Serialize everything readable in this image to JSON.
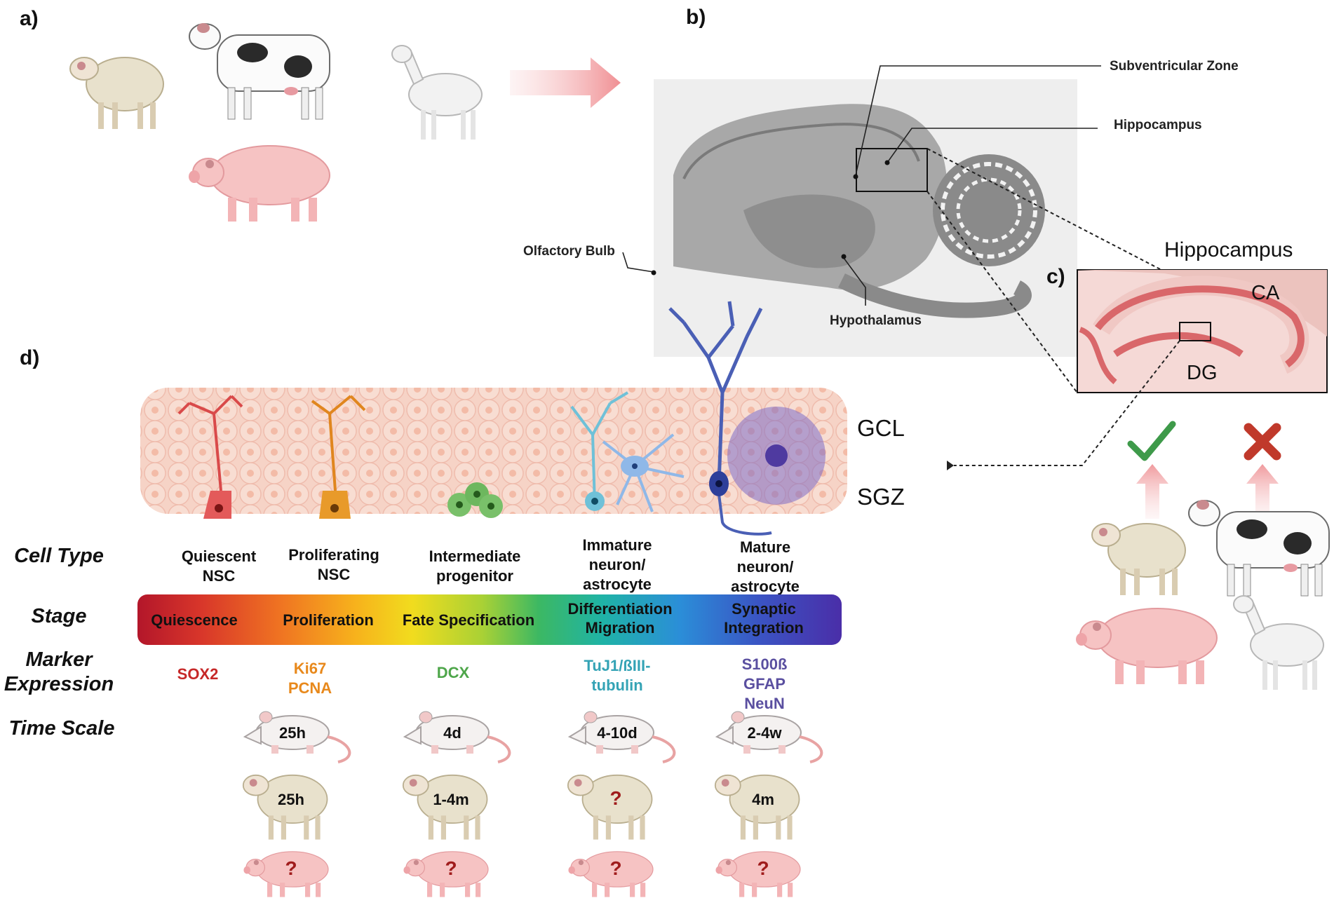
{
  "panels": {
    "a": "a)",
    "b": "b)",
    "c": "c)",
    "d": "d)"
  },
  "brain_labels": {
    "subventricular_zone": "Subventricular Zone",
    "hippocampus": "Hippocampus",
    "olfactory_bulb": "Olfactory Bulb",
    "hypothalamus": "Hypothalamus"
  },
  "inset": {
    "title": "Hippocampus",
    "ca": "CA",
    "dg": "DG"
  },
  "layers": {
    "gcl": "GCL",
    "sgz": "SGZ"
  },
  "row_headers": {
    "cell_type": "Cell Type",
    "stage": "Stage",
    "marker_line1": "Marker",
    "marker_line2": "Expression",
    "time_scale": "Time Scale"
  },
  "cell_types": [
    "Quiescent\nNSC",
    "Proliferating\nNSC",
    "Intermediate\nprogenitor",
    "Immature\nneuron/\nastrocyte",
    "Mature\nneuron/\nastrocyte"
  ],
  "stages": [
    "Quiescence",
    "Proliferation",
    "Fate Specification",
    "Differentiation\nMigration",
    "Synaptic\nIntegration"
  ],
  "markers": [
    {
      "text": "SOX2",
      "color": "#c62828"
    },
    {
      "text": "Ki67\nPCNA",
      "color": "#e8891c"
    },
    {
      "text": "DCX",
      "color": "#4ea64a"
    },
    {
      "text": "TuJ1/ßIII-\ntubulin",
      "color": "#34a3b5"
    },
    {
      "text": "S100ß\nGFAP\nNeuN",
      "color": "#5a4fa0"
    }
  ],
  "time_scale": {
    "rat": [
      "25h",
      "4d",
      "4-10d",
      "2-4w"
    ],
    "sheep": [
      "25h",
      "1-4m",
      "?",
      "4m"
    ],
    "pig": [
      "?",
      "?",
      "?",
      "?"
    ]
  },
  "colors": {
    "check": "#3e9a4a",
    "cross": "#c0392b",
    "arrow": "#f1a7a9",
    "hippo_band": "#d9676a"
  }
}
